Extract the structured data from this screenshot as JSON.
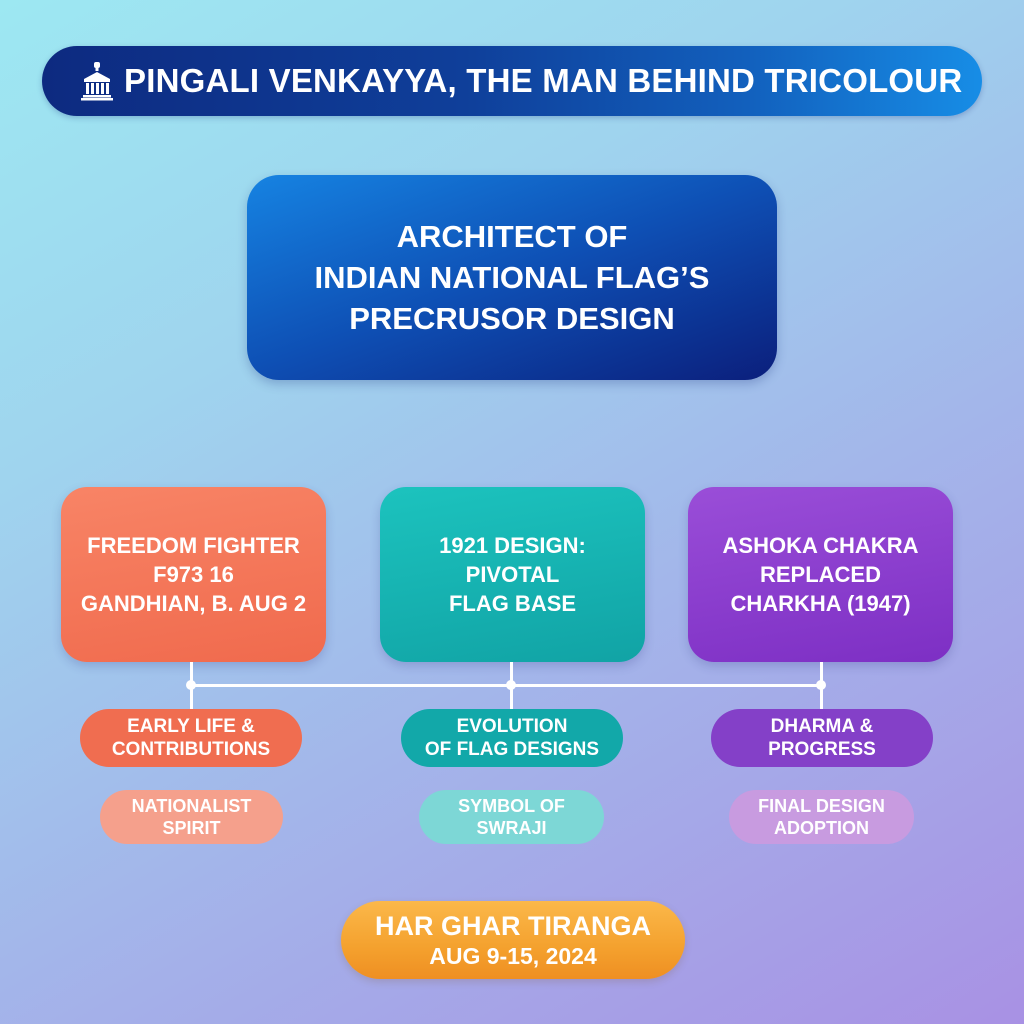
{
  "header": {
    "icon": "government-building-emblem-icon",
    "title": "PINGALI VENKAYYA, THE MAN BEHIND TRICOLOUR",
    "color_start": "#0d2a80",
    "color_end": "#178de6"
  },
  "main": {
    "lines": [
      "ARCHITECT OF",
      "INDIAN NATIONAL FLAG’S",
      "PRECRUSOR DESIGN"
    ],
    "color": "#0e4fb4"
  },
  "branches": [
    {
      "color": "#f06a4d",
      "card_lines": [
        "FREEDOM FIGHTER",
        "F973 16",
        "GANDHIAN, B. AUG 2"
      ],
      "sub_lines": [
        "EARLY LIFE &",
        "CONTRIBUTIONS"
      ],
      "tertiary_lines": [
        "NATIONALIST",
        "SPIRIT"
      ]
    },
    {
      "color": "#11a3a5",
      "card_lines": [
        "1921 DESIGN:",
        "PIVOTAL",
        "FLAG BASE"
      ],
      "sub_lines": [
        "EVOLUTION",
        "OF FLAG DESIGNS"
      ],
      "tertiary_lines": [
        "SYMBOL OF",
        "SWRAJI"
      ]
    },
    {
      "color": "#7d2fc4",
      "card_lines": [
        "ASHOKA CHAKRA",
        "REPLACED",
        "CHARKHA (1947)"
      ],
      "sub_lines": [
        "DHARMA &",
        "PROGRESS"
      ],
      "tertiary_lines": [
        "FINAL DESIGN",
        "ADOPTION"
      ]
    }
  ],
  "footer": {
    "line1": "HAR GHAR TIRANGA",
    "line2": "AUG 9-15, 2024",
    "color": "#f4a12e"
  }
}
